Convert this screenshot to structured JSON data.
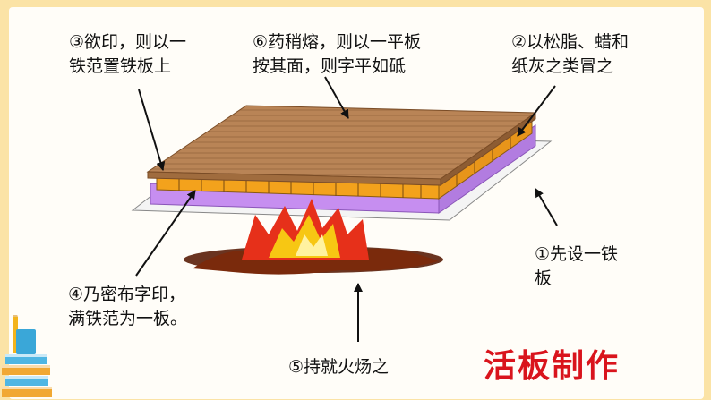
{
  "colors": {
    "background": "#fbe3a6",
    "panel": "#fffdf8",
    "title": "#d9141c",
    "wood": "#b98456",
    "wax_layer": "#c68ef0",
    "iron_plate": "#f2f2f2",
    "type_blocks": "#f3a21c",
    "flame": "#f7c713"
  },
  "labels": {
    "step1": "①先设一铁\n板",
    "step2": "②以松脂、蜡和\n纸灰之类冒之",
    "step3": "③欲印，则以一\n铁范置铁板上",
    "step4": "④乃密布字印，\n满铁范为一板。",
    "step5": "⑤持就火炀之",
    "step6": "⑥药稍熔，则以一平板\n按其面，则字平如砥"
  },
  "title": "活板制作",
  "icons": [
    "books-pencil-icon",
    "fire-icon",
    "arrow-icon"
  ]
}
